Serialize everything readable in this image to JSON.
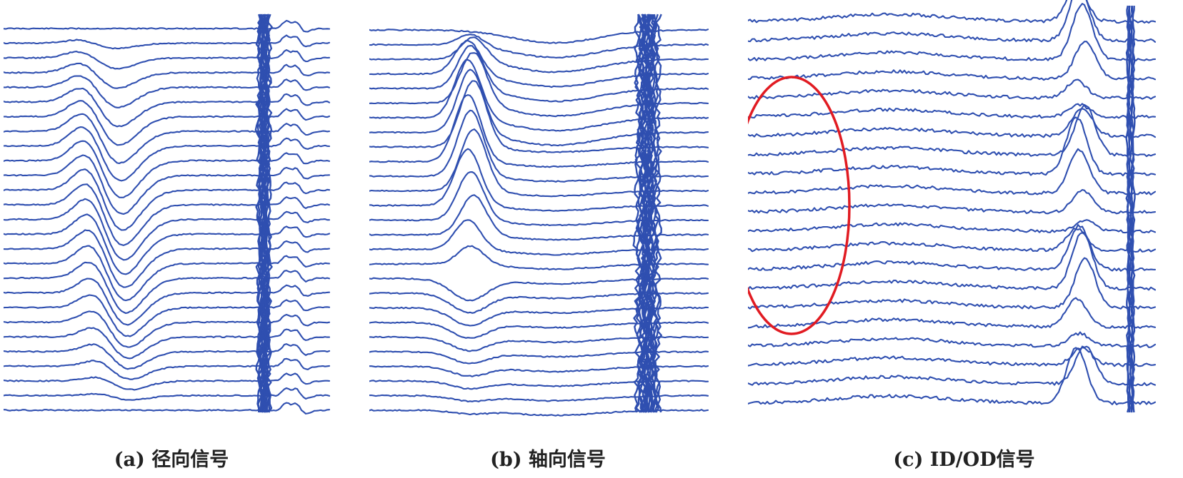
{
  "panels": [
    {
      "id": "a",
      "caption": "(a) 径向信号",
      "traces": 27,
      "feature": "bipolar-dip"
    },
    {
      "id": "b",
      "caption": "(b) 轴向信号",
      "traces": 27,
      "feature": "positive-peak"
    },
    {
      "id": "c",
      "caption": "(c) ID/OD信号",
      "traces": 21,
      "feature": "noise",
      "has_marker_ellipse": true
    }
  ],
  "colors": {
    "trace": "#2f4fb0",
    "marker": "#e11b22"
  }
}
